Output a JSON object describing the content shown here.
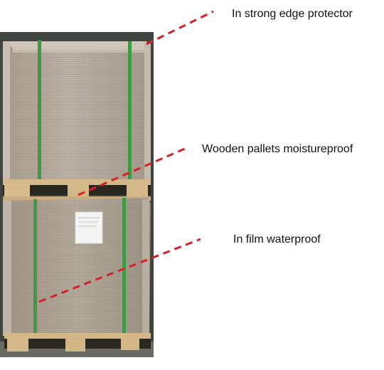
{
  "callouts": [
    {
      "label": "In  strong edge protector"
    },
    {
      "label": "Wooden pallets moistureproof"
    },
    {
      "label": "In film waterproof"
    }
  ],
  "colors": {
    "leader_line": "#d81f26",
    "cardboard": "#b5aa9c",
    "strap": "#3f9a45",
    "pallet_wood": "#d6b98a",
    "background_wall": "#3e443f"
  }
}
